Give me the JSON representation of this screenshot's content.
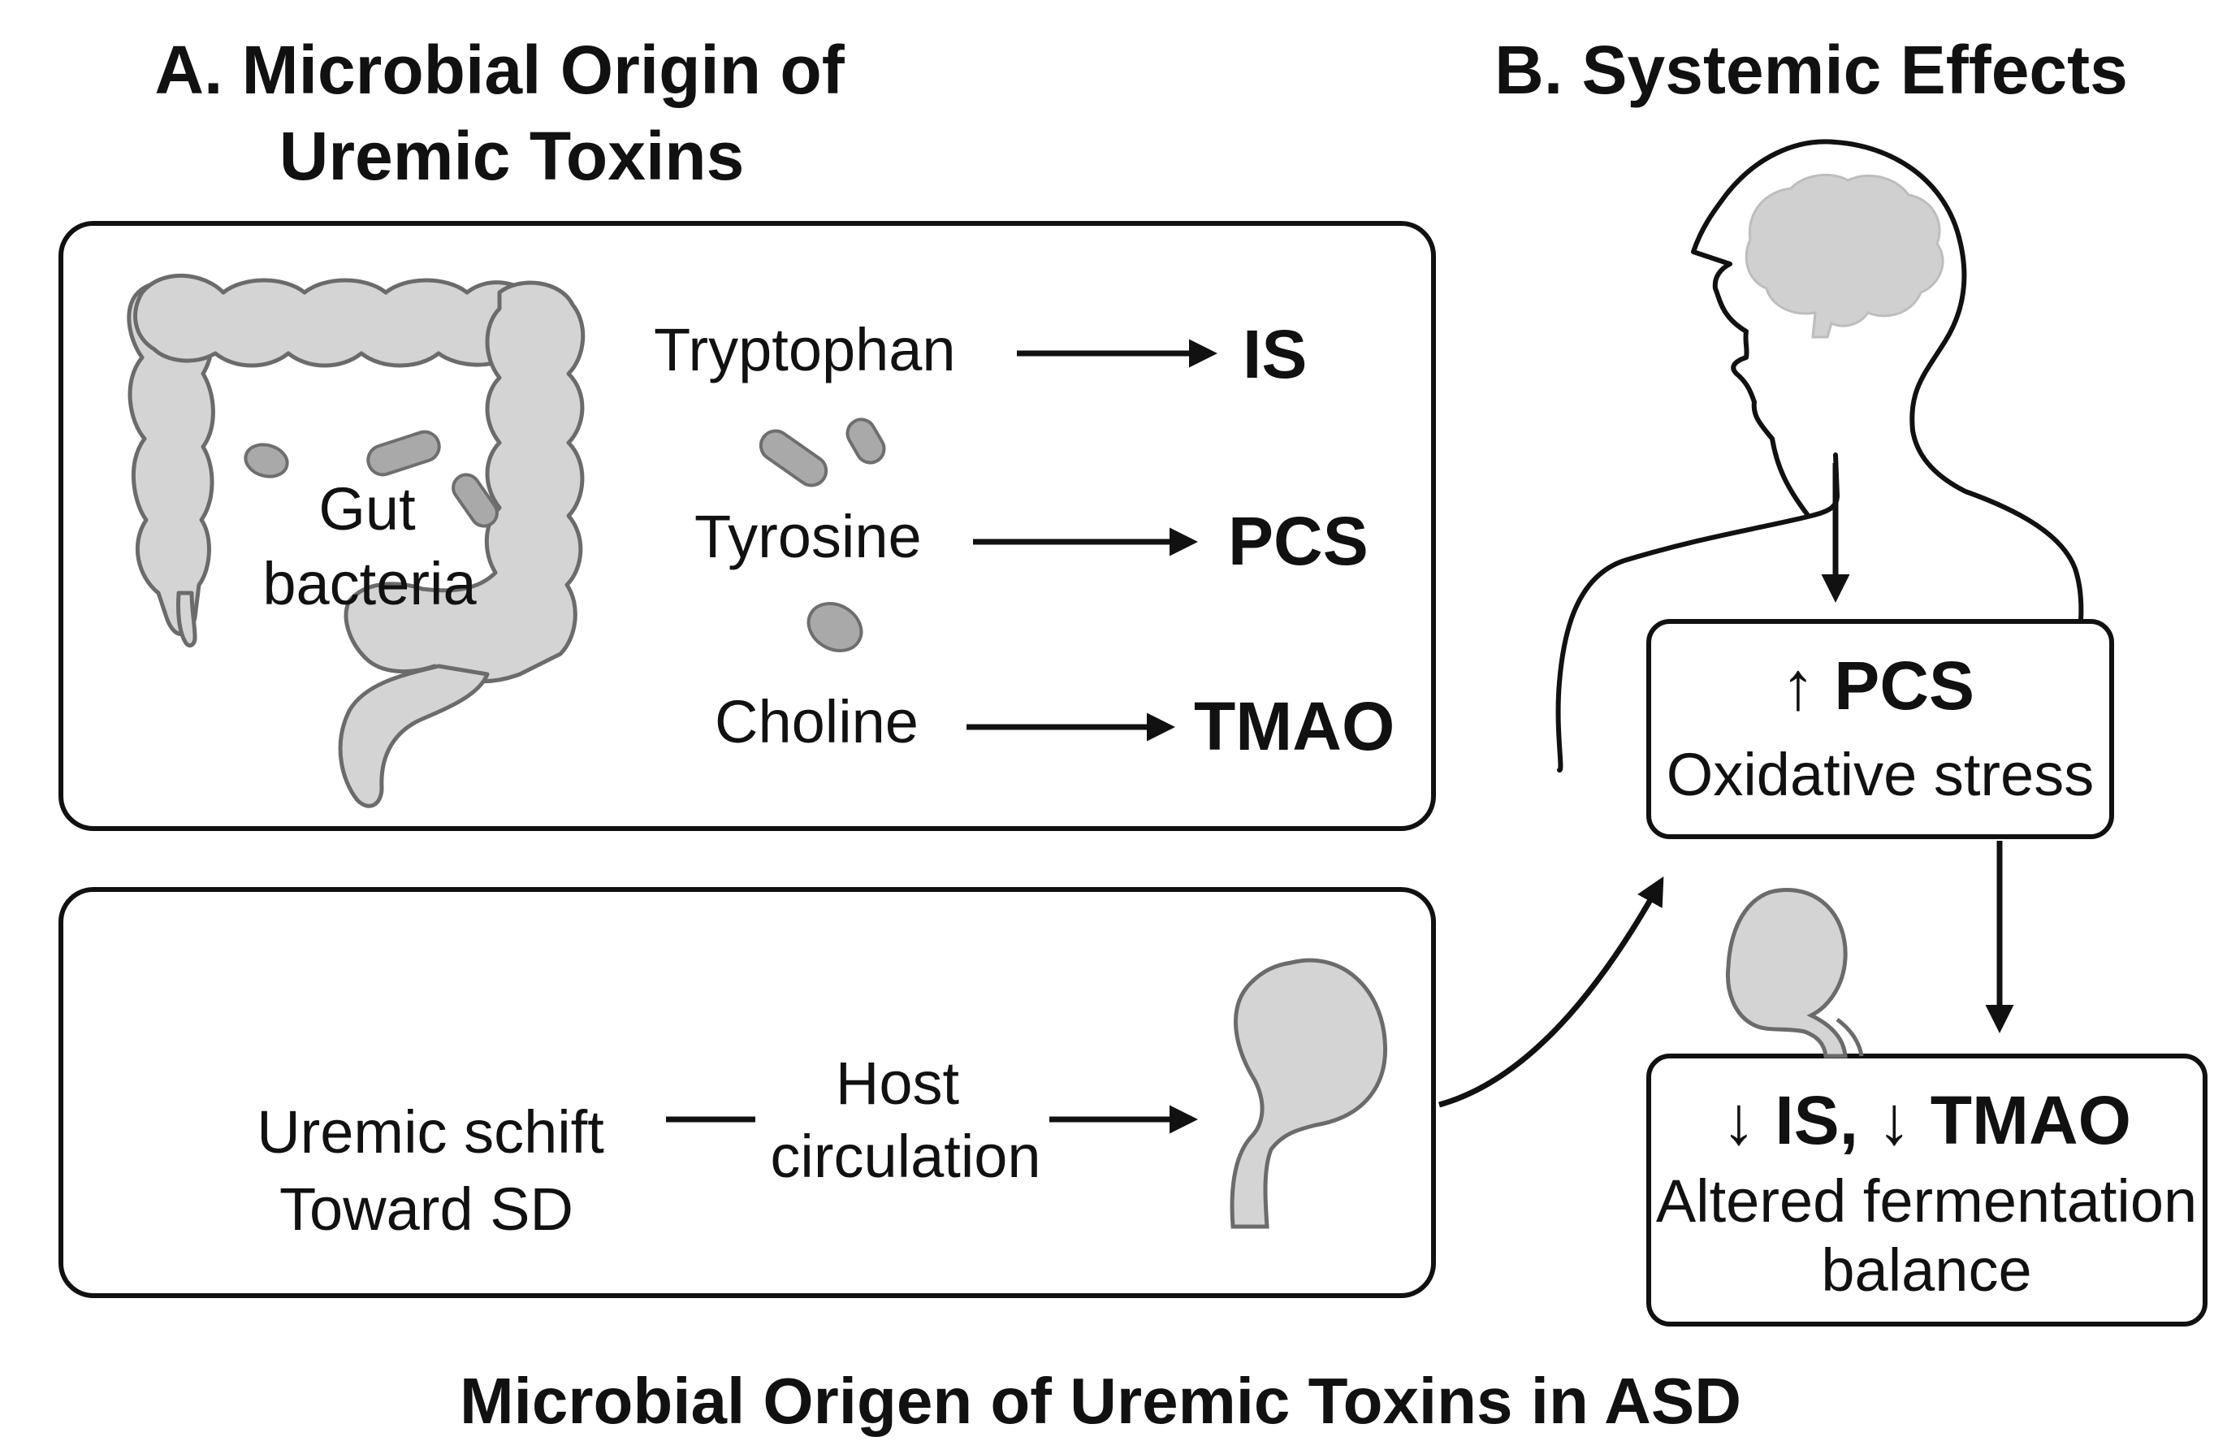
{
  "panel_a": {
    "title_line1": "A. Microbial Origin of",
    "title_line2": "Uremic Toxins",
    "gut_label_line1": "Gut",
    "gut_label_line2": "bacteria",
    "pathways": [
      {
        "precursor": "Tryptophan",
        "toxin": "IS"
      },
      {
        "precursor": "Tyrosine",
        "toxin": "PCS"
      },
      {
        "precursor": "Choline",
        "toxin": "TMAO"
      }
    ],
    "uremic_line1": "Uremic schift",
    "uremic_line2": "Toward SD",
    "host_line1": "Host",
    "host_line2": "circulation"
  },
  "panel_b": {
    "title": "B. Systemic Effects",
    "box1_heading": "↑ PCS",
    "box1_text": "Oxidative stress",
    "box2_heading": "↓ IS, ↓ TMAO",
    "box2_text_line1": "Altered fermentation",
    "box2_text_line2": "balance"
  },
  "footer_title": "Microbial Origen of Uremic Toxins in ASD"
}
